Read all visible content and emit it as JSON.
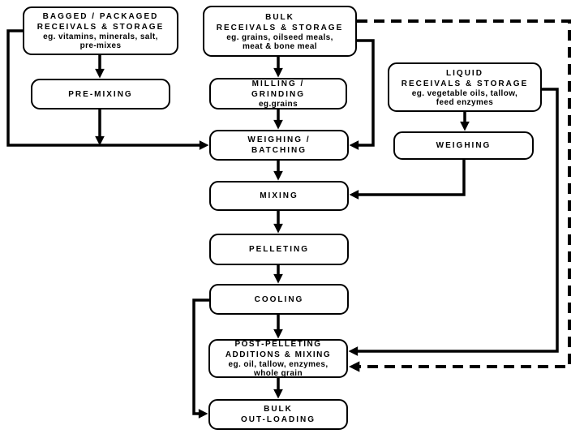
{
  "diagram": {
    "description": "Feed mill process flow diagram",
    "colors": {
      "background": "#ffffff",
      "line": "#000000",
      "box_fill": "#ffffff",
      "box_border": "#000000",
      "text": "#000000"
    },
    "nodes": {
      "bagged": {
        "title1": "BAGGED / PACKAGED",
        "title2": "RECEIVALS & STORAGE",
        "eg1": "eg. vitamins, minerals, salt,",
        "eg2": "pre-mixes"
      },
      "premixing": {
        "title1": "PRE-MIXING"
      },
      "bulk": {
        "title1": "BULK",
        "title2": "RECEIVALS & STORAGE",
        "eg1": "eg. grains, oilseed meals,",
        "eg2": "meat & bone meal"
      },
      "milling": {
        "title1": "MILLING /",
        "title2": "GRINDING",
        "eg1": "eg.grains"
      },
      "weighing_batching": {
        "title1": "WEIGHING /",
        "title2": "BATCHING"
      },
      "liquid": {
        "title1": "LIQUID",
        "title2": "RECEIVALS & STORAGE",
        "eg1": "eg. vegetable oils, tallow,",
        "eg2": "feed enzymes"
      },
      "weighing": {
        "title1": "WEIGHING"
      },
      "mixing": {
        "title1": "MIXING"
      },
      "pelleting": {
        "title1": "PELLETING"
      },
      "cooling": {
        "title1": "COOLING"
      },
      "post_pelleting": {
        "title1": "POST-PELLETING",
        "title2": "ADDITIONS & MIXING",
        "eg1": "eg. oil, tallow, enzymes,",
        "eg2": "whole grain"
      },
      "bulk_outloading": {
        "title1": "BULK",
        "title2": "OUT-LOADING"
      }
    },
    "connections": [
      {
        "from": "bagged",
        "to": "premixing",
        "style": "solid"
      },
      {
        "from": "bagged",
        "to": "weighing_batching",
        "style": "solid",
        "route": "far-left"
      },
      {
        "from": "premixing",
        "to": "weighing_batching",
        "style": "solid"
      },
      {
        "from": "bulk",
        "to": "milling",
        "style": "solid"
      },
      {
        "from": "bulk",
        "to": "weighing_batching",
        "style": "solid",
        "route": "right"
      },
      {
        "from": "bulk",
        "to": "post_pelleting",
        "style": "dashed",
        "route": "far-right"
      },
      {
        "from": "milling",
        "to": "weighing_batching",
        "style": "solid"
      },
      {
        "from": "weighing_batching",
        "to": "mixing",
        "style": "solid"
      },
      {
        "from": "liquid",
        "to": "weighing",
        "style": "solid"
      },
      {
        "from": "liquid",
        "to": "post_pelleting",
        "style": "solid",
        "route": "right"
      },
      {
        "from": "weighing",
        "to": "mixing",
        "style": "solid"
      },
      {
        "from": "mixing",
        "to": "pelleting",
        "style": "solid"
      },
      {
        "from": "pelleting",
        "to": "cooling",
        "style": "solid"
      },
      {
        "from": "cooling",
        "to": "post_pelleting",
        "style": "solid"
      },
      {
        "from": "cooling",
        "to": "bulk_outloading",
        "style": "solid",
        "route": "left"
      },
      {
        "from": "post_pelleting",
        "to": "bulk_outloading",
        "style": "solid"
      }
    ]
  }
}
